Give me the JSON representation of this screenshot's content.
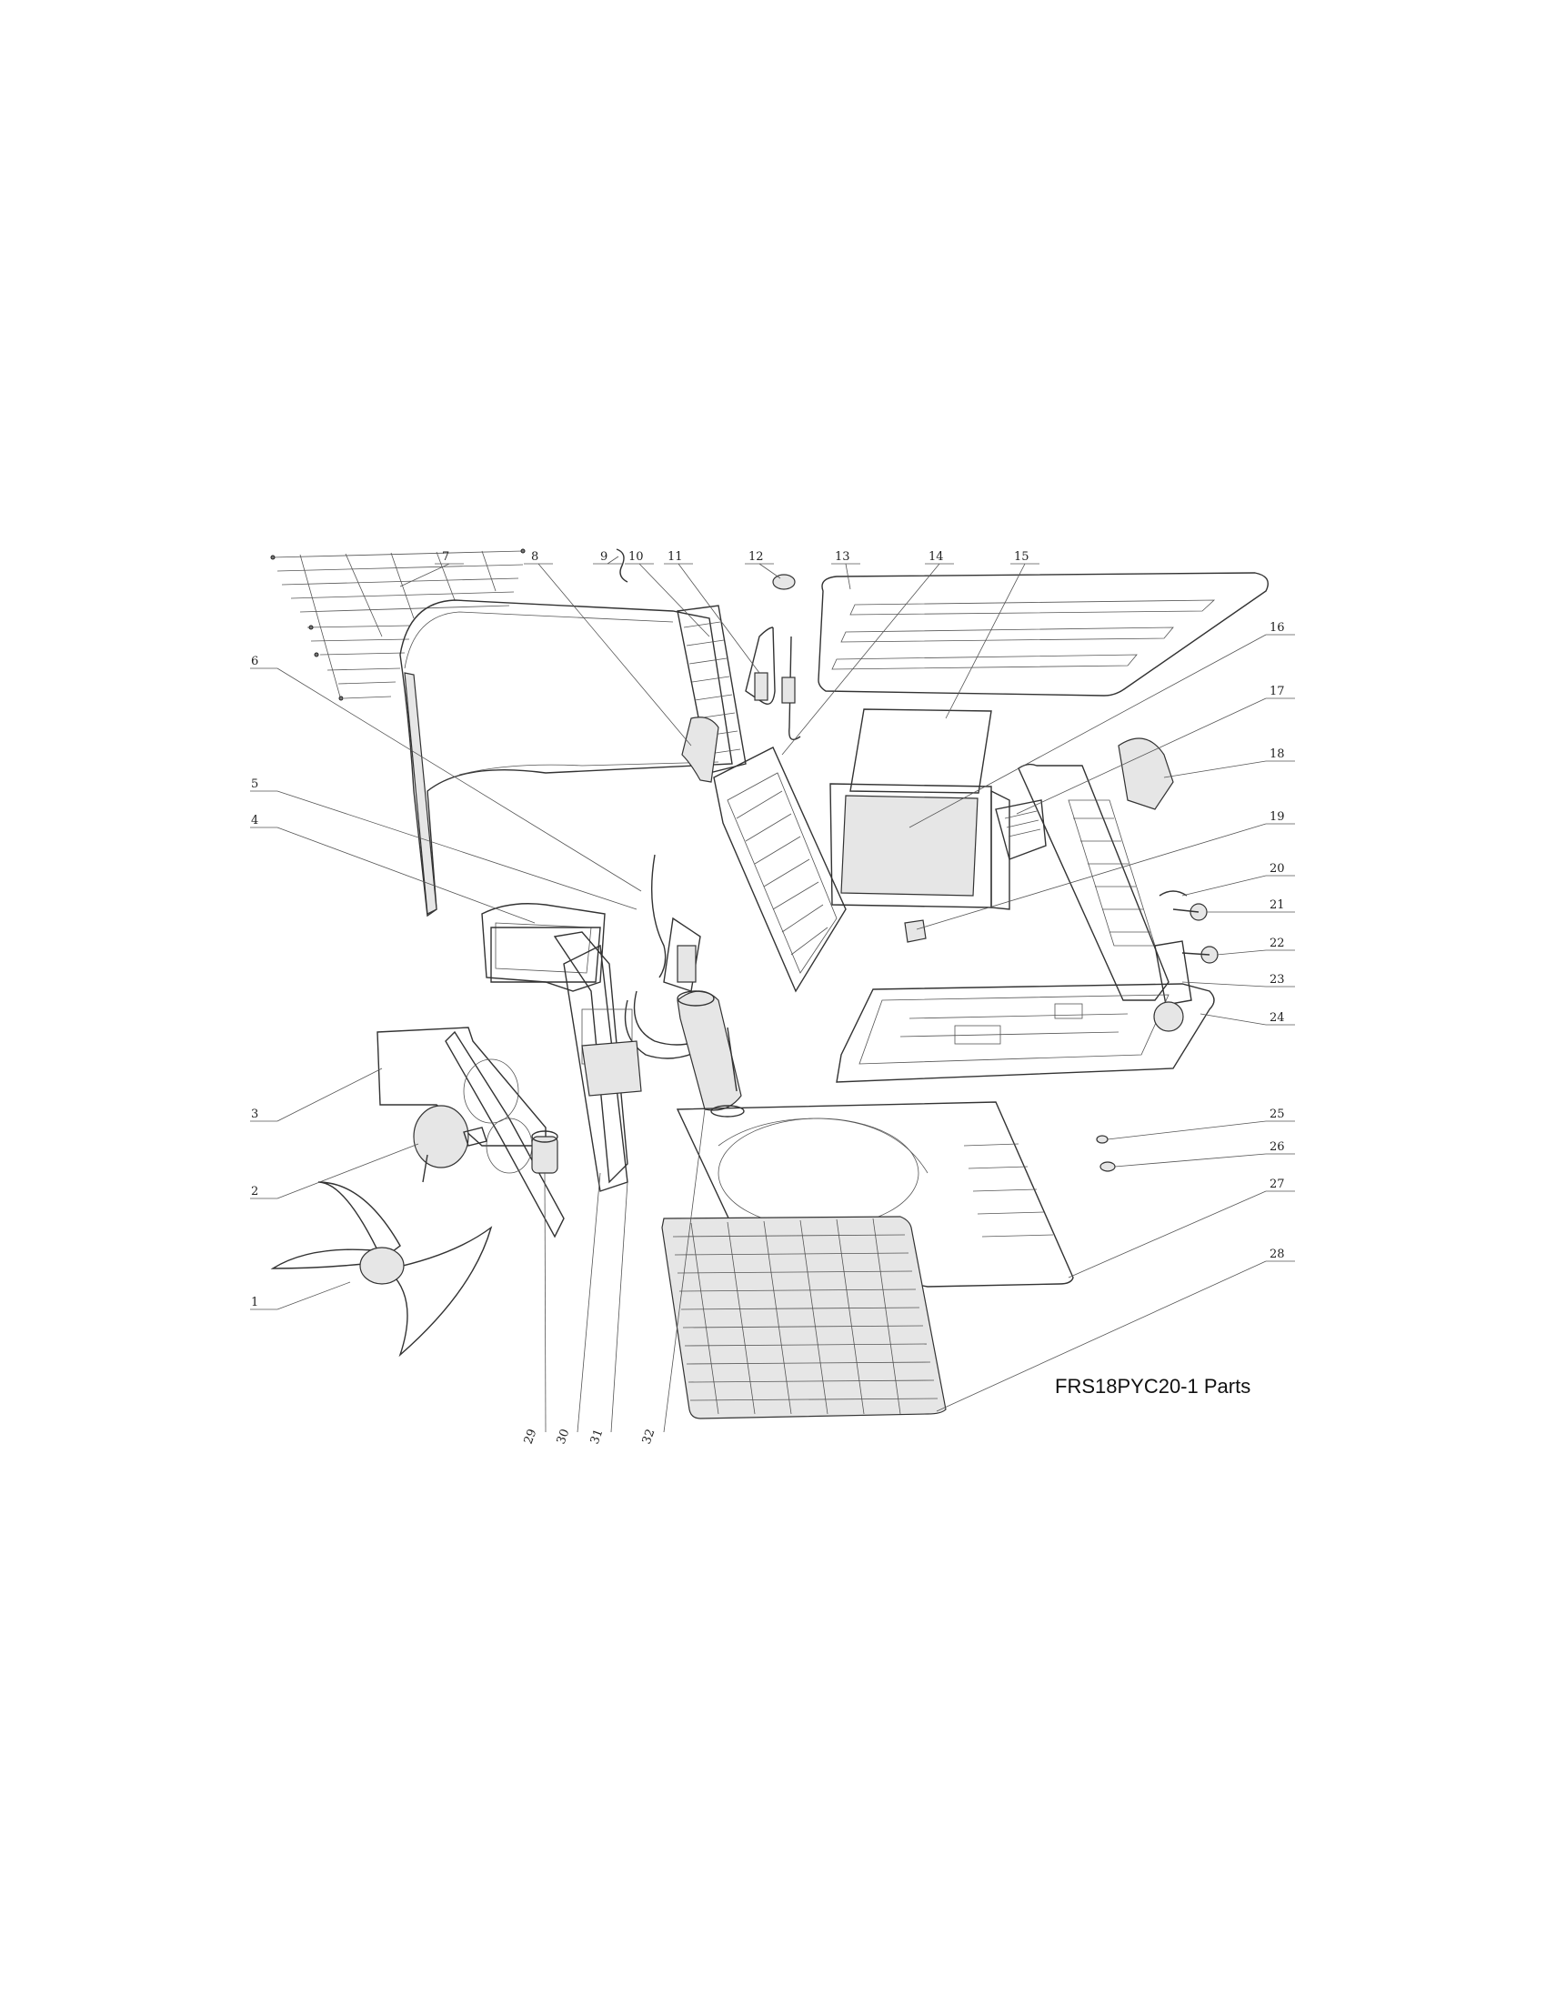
{
  "caption": "FRS18PYC20-1 Parts",
  "callouts": [
    {
      "id": "1",
      "label": "1"
    },
    {
      "id": "2",
      "label": "2"
    },
    {
      "id": "3",
      "label": "3"
    },
    {
      "id": "4",
      "label": "4"
    },
    {
      "id": "5",
      "label": "5"
    },
    {
      "id": "6",
      "label": "6"
    },
    {
      "id": "7",
      "label": "7"
    },
    {
      "id": "8",
      "label": "8"
    },
    {
      "id": "9",
      "label": "9"
    },
    {
      "id": "10",
      "label": "10"
    },
    {
      "id": "11",
      "label": "11"
    },
    {
      "id": "12",
      "label": "12"
    },
    {
      "id": "13",
      "label": "13"
    },
    {
      "id": "14",
      "label": "14"
    },
    {
      "id": "15",
      "label": "15"
    },
    {
      "id": "16",
      "label": "16"
    },
    {
      "id": "17",
      "label": "17"
    },
    {
      "id": "18",
      "label": "18"
    },
    {
      "id": "19",
      "label": "19"
    },
    {
      "id": "20",
      "label": "20"
    },
    {
      "id": "21",
      "label": "21"
    },
    {
      "id": "22",
      "label": "22"
    },
    {
      "id": "23",
      "label": "23"
    },
    {
      "id": "24",
      "label": "24"
    },
    {
      "id": "25",
      "label": "25"
    },
    {
      "id": "26",
      "label": "26"
    },
    {
      "id": "27",
      "label": "27"
    },
    {
      "id": "28",
      "label": "28"
    },
    {
      "id": "29",
      "label": "29"
    },
    {
      "id": "30",
      "label": "30"
    },
    {
      "id": "31",
      "label": "31"
    },
    {
      "id": "32",
      "label": "32"
    }
  ]
}
